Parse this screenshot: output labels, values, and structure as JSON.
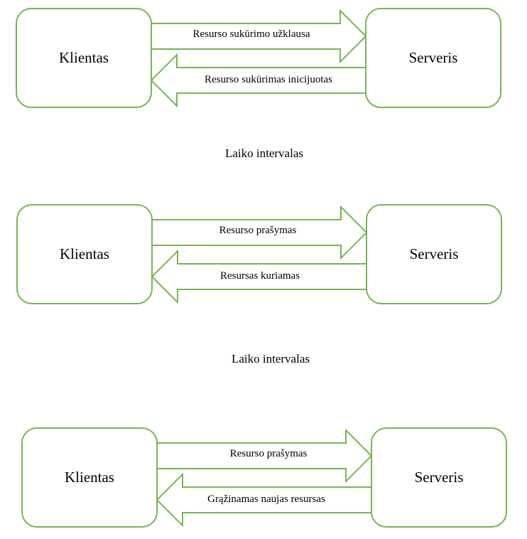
{
  "colors": {
    "outline": "#77b552",
    "background": "#ffffff",
    "text": "#000000"
  },
  "diagrams": [
    {
      "client_label": "Klientas",
      "server_label": "Serveris",
      "request_label": "Resurso sukūrimo užklausa",
      "response_label": "Resurso sukūrimas inicijuotas"
    },
    {
      "client_label": "Klientas",
      "server_label": "Serveris",
      "request_label": "Resurso prašymas",
      "response_label": "Resursas kuriamas"
    },
    {
      "client_label": "Klientas",
      "server_label": "Serveris",
      "request_label": "Resurso prašymas",
      "response_label": "Grąžinamas naujas resursas"
    }
  ],
  "intervals": [
    "Laiko intervalas",
    "Laiko intervalas"
  ]
}
